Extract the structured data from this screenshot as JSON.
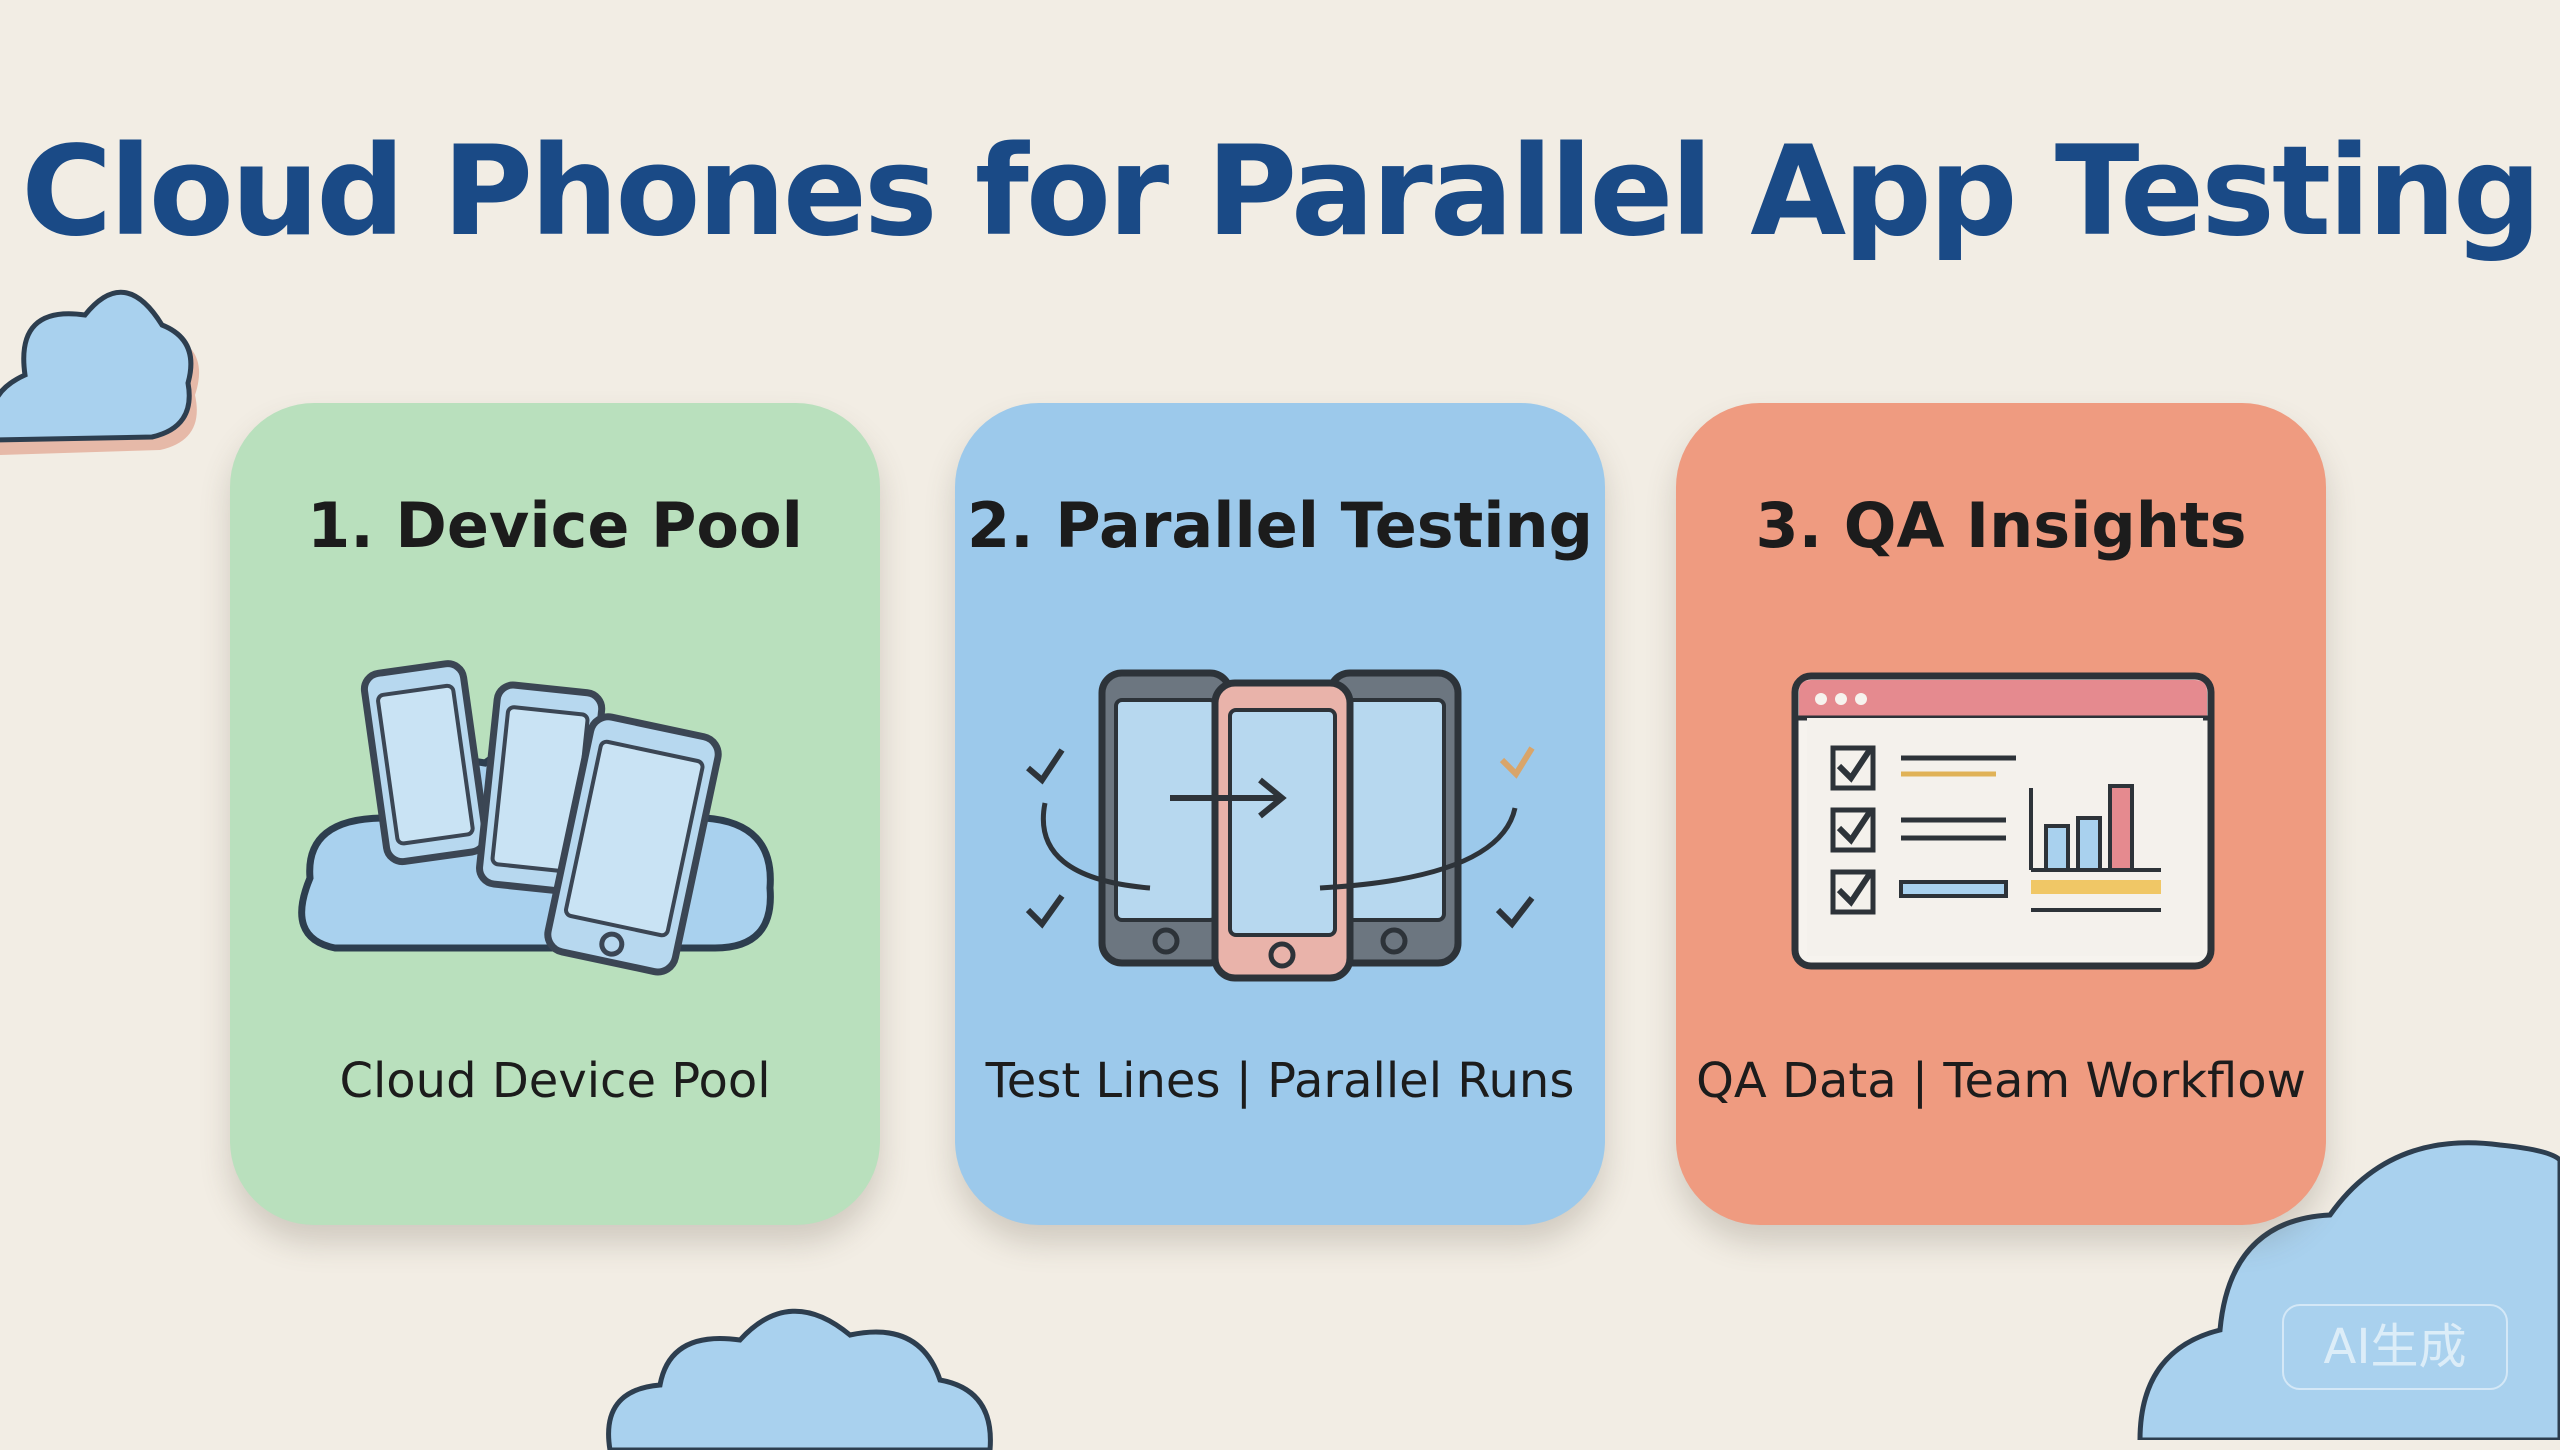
{
  "title": "Cloud Phones for Parallel App Testing",
  "cards": [
    {
      "heading": "1. Device Pool",
      "caption": "Cloud Device Pool",
      "color": "#b9e0bd",
      "icon": "cloud-phones-icon"
    },
    {
      "heading": "2. Parallel Testing",
      "caption": "Test Lines | Parallel Runs",
      "color": "#9cc9eb",
      "icon": "parallel-phones-icon"
    },
    {
      "heading": "3. QA Insights",
      "caption": "QA Data | Team Workflow",
      "color": "#ef9b80",
      "icon": "qa-dashboard-icon"
    }
  ],
  "watermark": "AI生成",
  "colors": {
    "background": "#f2ede4",
    "title": "#1a4a86",
    "cloud": "#a9d1ee"
  }
}
